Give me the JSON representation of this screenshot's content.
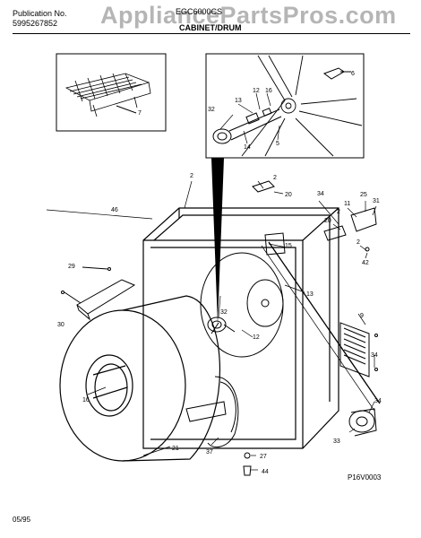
{
  "header": {
    "publication_label": "Publication No.",
    "publication_number": "5995267852",
    "model": "EGC6000CS",
    "section": "CABINET/DRUM",
    "watermark": "AppliancePartsPros.com"
  },
  "footer": {
    "date": "05/95",
    "diagram_code": "P16V0003"
  },
  "callouts": {
    "c2a": "2",
    "c2b": "2",
    "c2c": "2",
    "c2d": "2",
    "c5": "5",
    "c6": "6",
    "c7": "7",
    "c9": "9",
    "c11": "11",
    "c12a": "12",
    "c12b": "12",
    "c13a": "13",
    "c13b": "13",
    "c14": "14",
    "c15": "15",
    "c16": "16",
    "c20a": "20",
    "c20b": "20",
    "c21": "21",
    "c25": "25",
    "c27": "27",
    "c29": "29",
    "c30": "30",
    "c31": "31",
    "c32a": "32",
    "c32b": "32",
    "c33": "33",
    "c34a": "34",
    "c34b": "34",
    "c34c": "34",
    "c37": "37",
    "c42": "42",
    "c44": "44",
    "c46": "46"
  }
}
